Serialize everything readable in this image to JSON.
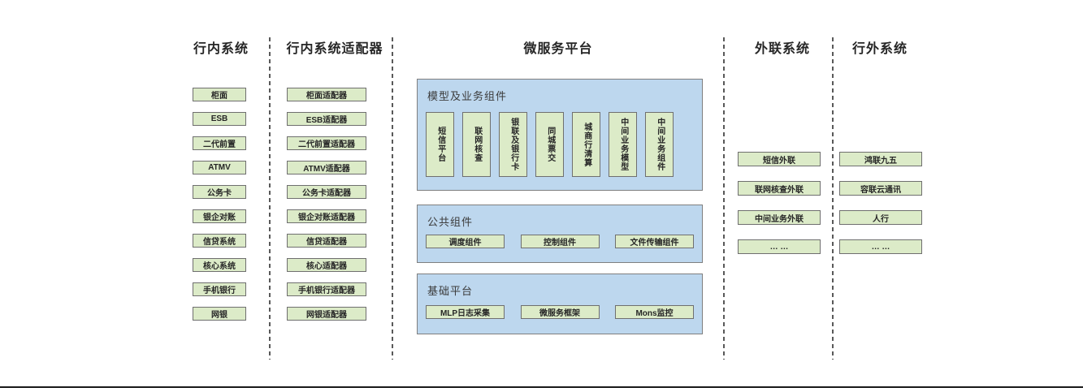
{
  "columns": {
    "internal": {
      "title": "行内系统",
      "items": [
        "柜面",
        "ESB",
        "二代前置",
        "ATMV",
        "公务卡",
        "银企对账",
        "信贷系统",
        "核心系统",
        "手机银行",
        "网银"
      ]
    },
    "adapters": {
      "title": "行内系统适配器",
      "items": [
        "柜面适配器",
        "ESB适配器",
        "二代前置适配器",
        "ATMV适配器",
        "公务卡适配器",
        "银企对账适配器",
        "信贷适配器",
        "核心适配器",
        "手机银行适配器",
        "网银适配器"
      ]
    },
    "platform": {
      "title": "微服务平台",
      "model": {
        "label": "模型及业务组件",
        "items": [
          "短信平台",
          "联网核查",
          "银联及银行卡",
          "同城票交",
          "城商行清算",
          "中间业务模型",
          "中间业务组件"
        ]
      },
      "common": {
        "label": "公共组件",
        "items": [
          "调度组件",
          "控制组件",
          "文件传输组件"
        ]
      },
      "base": {
        "label": "基础平台",
        "items": [
          "MLP日志采集",
          "微服务框架",
          "Mons监控"
        ]
      }
    },
    "outlink": {
      "title": "外联系统",
      "items": [
        "短信外联",
        "联网核查外联",
        "中间业务外联",
        "… …"
      ]
    },
    "outer": {
      "title": "行外系统",
      "items": [
        "鸿联九五",
        "容联云通讯",
        "人行",
        "… …"
      ]
    }
  },
  "colors": {
    "box_fill": "#dcebc8",
    "box_border": "#6f6f6f",
    "panel_fill": "#bdd7ee",
    "panel_border": "#7f7f7f",
    "divider": "#595959",
    "bottom_rule": "#1a1a1a"
  }
}
